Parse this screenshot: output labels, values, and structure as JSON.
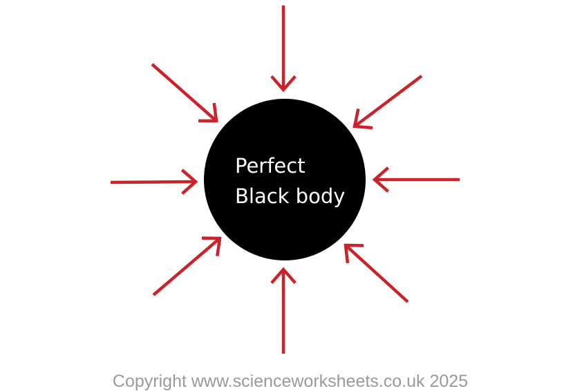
{
  "diagram": {
    "body_label_line1": "Perfect",
    "body_label_line2": "Black body",
    "arrow_color": "#cc2229",
    "body_color": "#000000",
    "arrow_count": 8,
    "arrow_direction": "inward"
  },
  "footer": {
    "copyright": "Copyright www.scienceworksheets.co.uk 2025"
  }
}
